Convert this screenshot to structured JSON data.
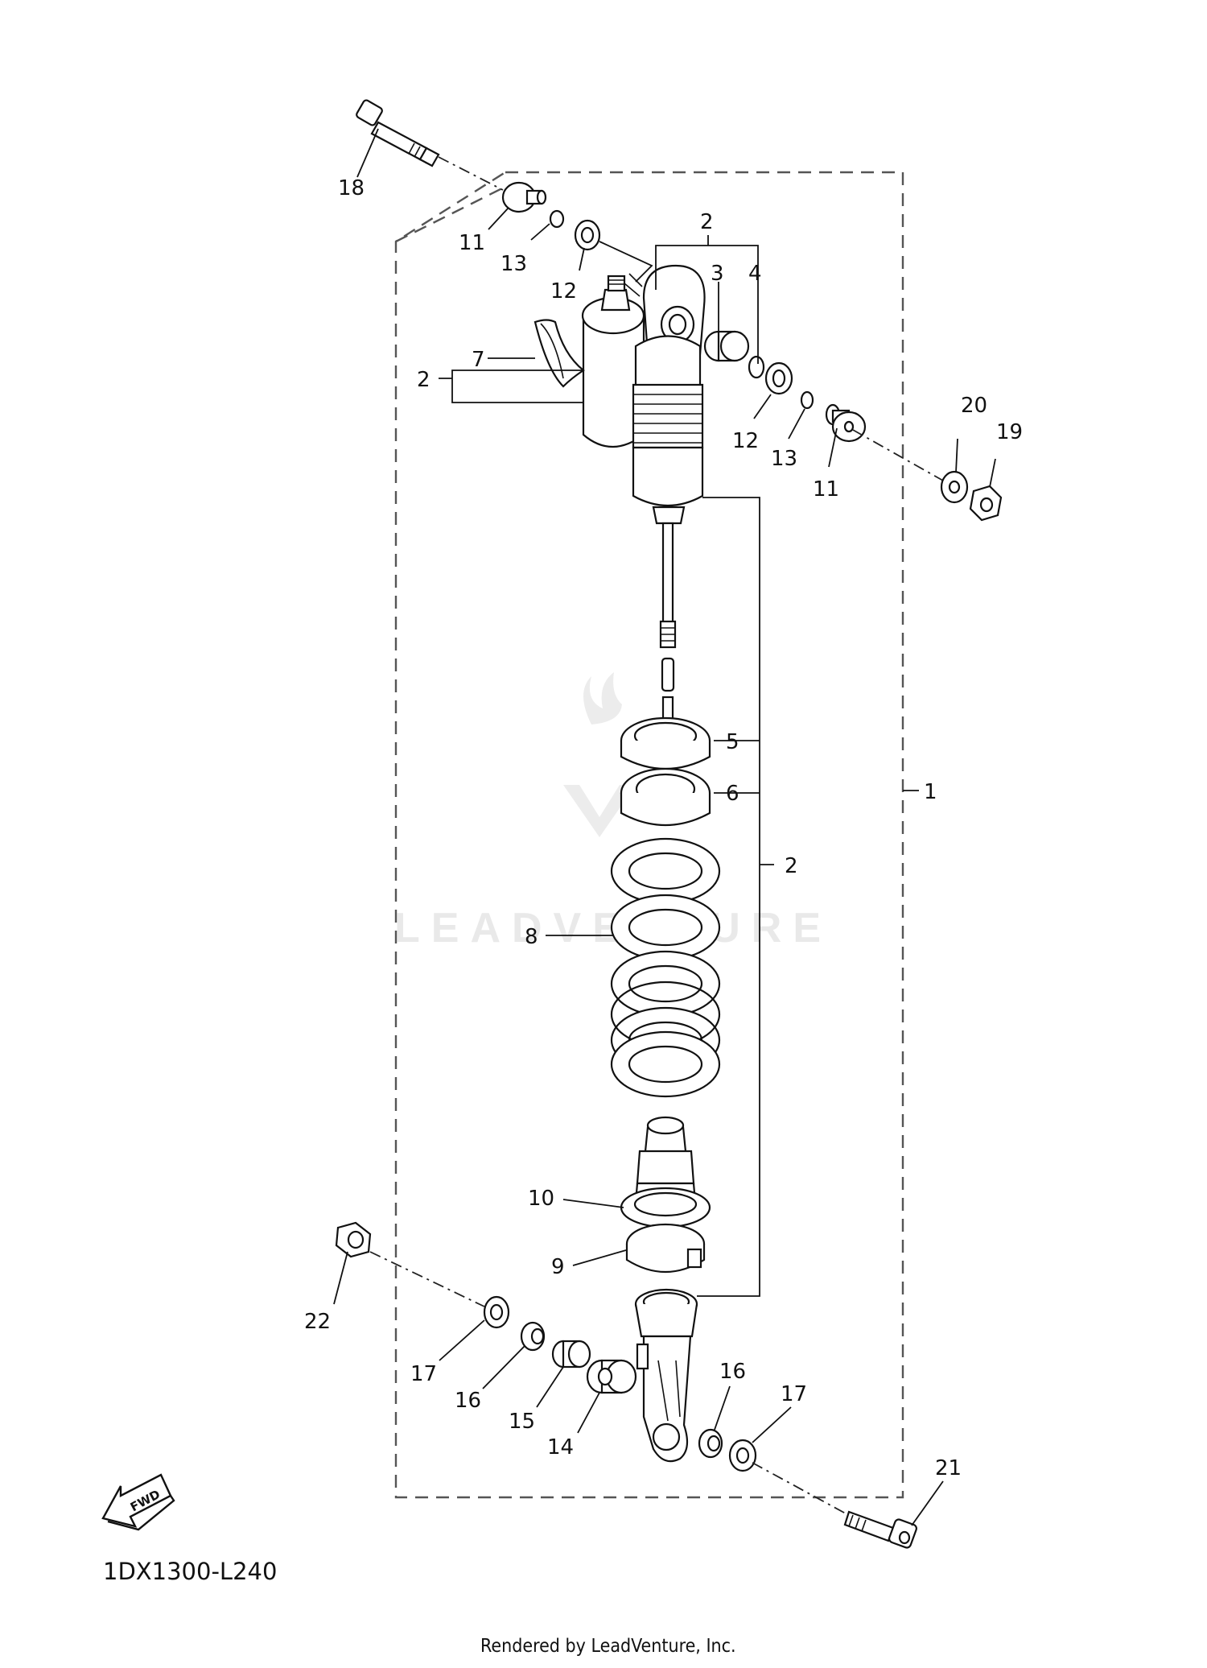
{
  "diagram_code": "1DX1300-L240",
  "footer_credit": "Rendered by LeadVenture, Inc.",
  "watermark": "LEADVENTURE",
  "fwd_icon": {
    "name": "fwd-arrow-icon",
    "label": "FWD"
  },
  "callouts": {
    "c1": "1",
    "c2_top": "2",
    "c2_left": "2",
    "c2_right": "2",
    "c3": "3",
    "c4": "4",
    "c5": "5",
    "c6": "6",
    "c7": "7",
    "c8": "8",
    "c9": "9",
    "c10": "10",
    "c11_top": "11",
    "c11_right": "11",
    "c12_top": "12",
    "c12_right": "12",
    "c13_top": "13",
    "c13_right": "13",
    "c14": "14",
    "c15": "15",
    "c16_left": "16",
    "c16_right": "16",
    "c17_left": "17",
    "c17_right": "17",
    "c18": "18",
    "c19": "19",
    "c20": "20",
    "c21": "21",
    "c22": "22"
  }
}
